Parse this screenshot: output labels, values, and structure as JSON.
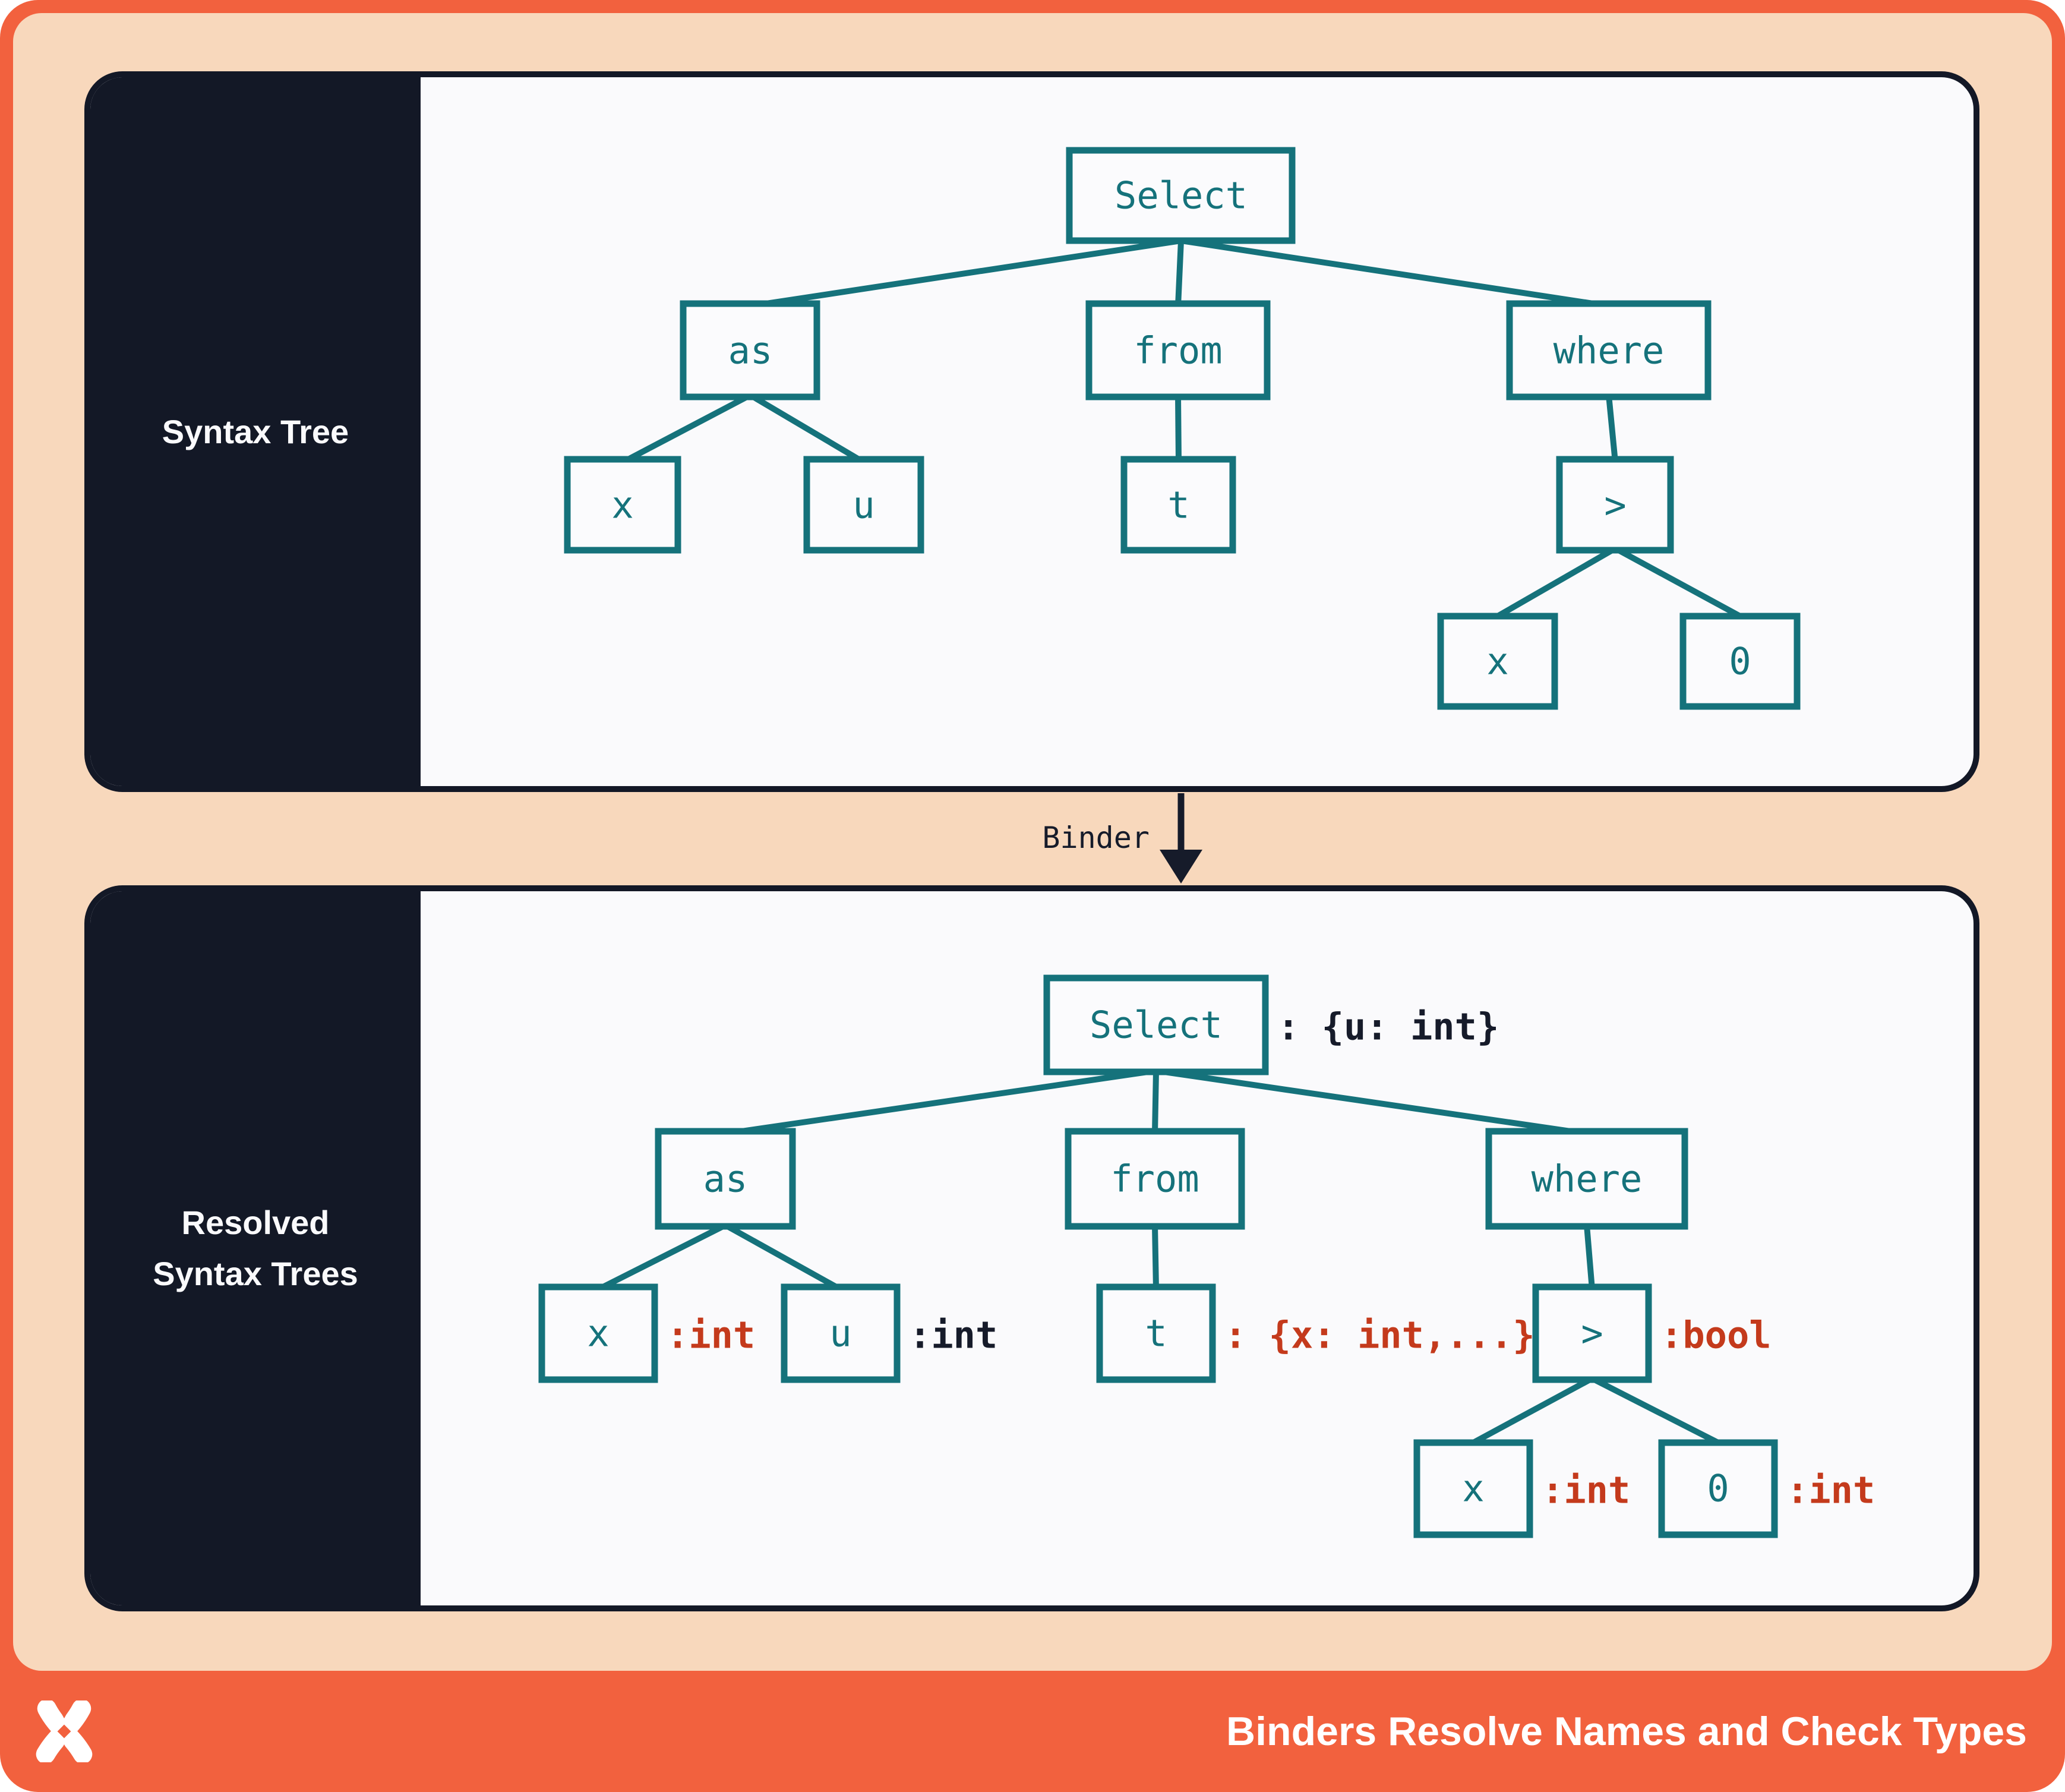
{
  "syntax_tree_panel": {
    "label": "Syntax Tree",
    "nodes": {
      "select": "Select",
      "as": "as",
      "from": "from",
      "where": "where",
      "x_left": "x",
      "u": "u",
      "t": "t",
      "gt": ">",
      "x_right": "x",
      "zero": "0"
    }
  },
  "binder": {
    "label": "Binder"
  },
  "resolved_panel": {
    "label_line1": "Resolved",
    "label_line2": "Syntax Trees",
    "nodes": {
      "select": "Select",
      "as": "as",
      "from": "from",
      "where": "where",
      "x_left": "x",
      "u": "u",
      "t": "t",
      "gt": ">",
      "x_right": "x",
      "zero": "0"
    },
    "types": {
      "select": ": {u: int}",
      "x_left": ":int",
      "u": ":int",
      "t": ": {x: int,...}",
      "gt": ":bool",
      "x_right": ":int",
      "zero": ":int"
    }
  },
  "footer": {
    "title": "Binders Resolve Names and Check Types",
    "logo": "x-logo"
  },
  "colors": {
    "frame_orange": "#F2613E",
    "peach_background": "#F8D8BC",
    "panel_navy": "#131826",
    "content_background": "#FAFAFC",
    "node_teal": "#15727B",
    "type_annotation_red": "#C43A1C",
    "type_annotation_dark": "#161B2A",
    "white": "#FFFFFF"
  }
}
